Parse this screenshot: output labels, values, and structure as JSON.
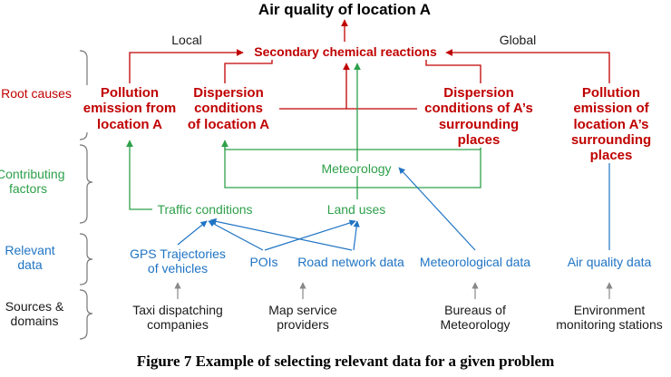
{
  "title": "Air quality of location A",
  "scope": {
    "local": "Local",
    "global": "Global"
  },
  "categories": {
    "root_causes": "Root causes",
    "contributing_factors": "Contributing factors",
    "relevant_data": "Relevant data",
    "sources_domains": "Sources & domains"
  },
  "root": {
    "secondary": "Secondary chemical reactions",
    "pollution_local": "Pollution emission from location A",
    "dispersion_local": "Dispersion conditions of location A",
    "dispersion_surrounding": "Dispersion conditions of A’s surrounding places",
    "pollution_surrounding": "Pollution emission of location A’s surrounding places"
  },
  "factors": {
    "meteorology": "Meteorology",
    "traffic": "Traffic conditions",
    "land_uses": "Land uses"
  },
  "data": {
    "gps": "GPS Trajectories of vehicles",
    "pois": "POIs",
    "road": "Road network data",
    "meteorological": "Meteorological data",
    "air_quality": "Air quality data"
  },
  "sources": {
    "taxi": "Taxi dispatching companies",
    "map": "Map service providers",
    "bureau": "Bureaus of Meteorology",
    "env": "Environment monitoring stations"
  },
  "caption": "Figure 7 Example of selecting relevant data for a given problem",
  "colors": {
    "red": "#c00000",
    "green": "#2ea04a",
    "blue": "#1f74c4",
    "gray": "#888888"
  }
}
